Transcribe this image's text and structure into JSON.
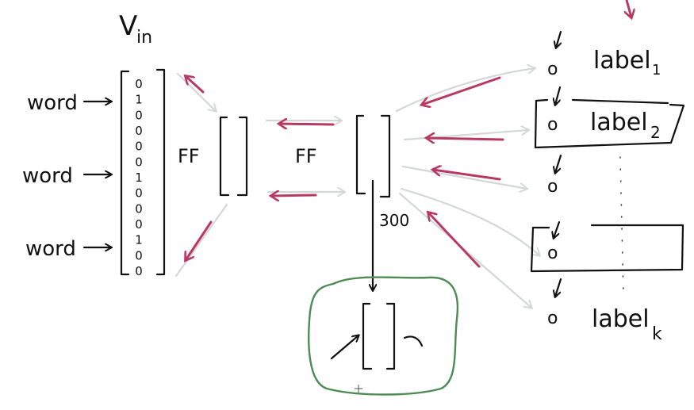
{
  "input": {
    "title": "V",
    "title_sub": "in",
    "words": [
      "word",
      "word",
      "word"
    ],
    "vector_digits": [
      "0",
      "1",
      "0",
      "0",
      "0",
      "0",
      "1",
      "0",
      "0",
      "0",
      "1",
      "0",
      "0"
    ]
  },
  "layers": {
    "ff1": "FF",
    "ff2": "FF",
    "dim": "300"
  },
  "outputs": {
    "label_prefix": "label",
    "subs": [
      "1",
      "2",
      "k"
    ],
    "node_symbol": "o"
  },
  "colors": {
    "ink": "#111111",
    "backprop_arrow": "#b83a64",
    "forward_arrow": "#d3d8d6",
    "highlight_box": "#4f8b55"
  }
}
